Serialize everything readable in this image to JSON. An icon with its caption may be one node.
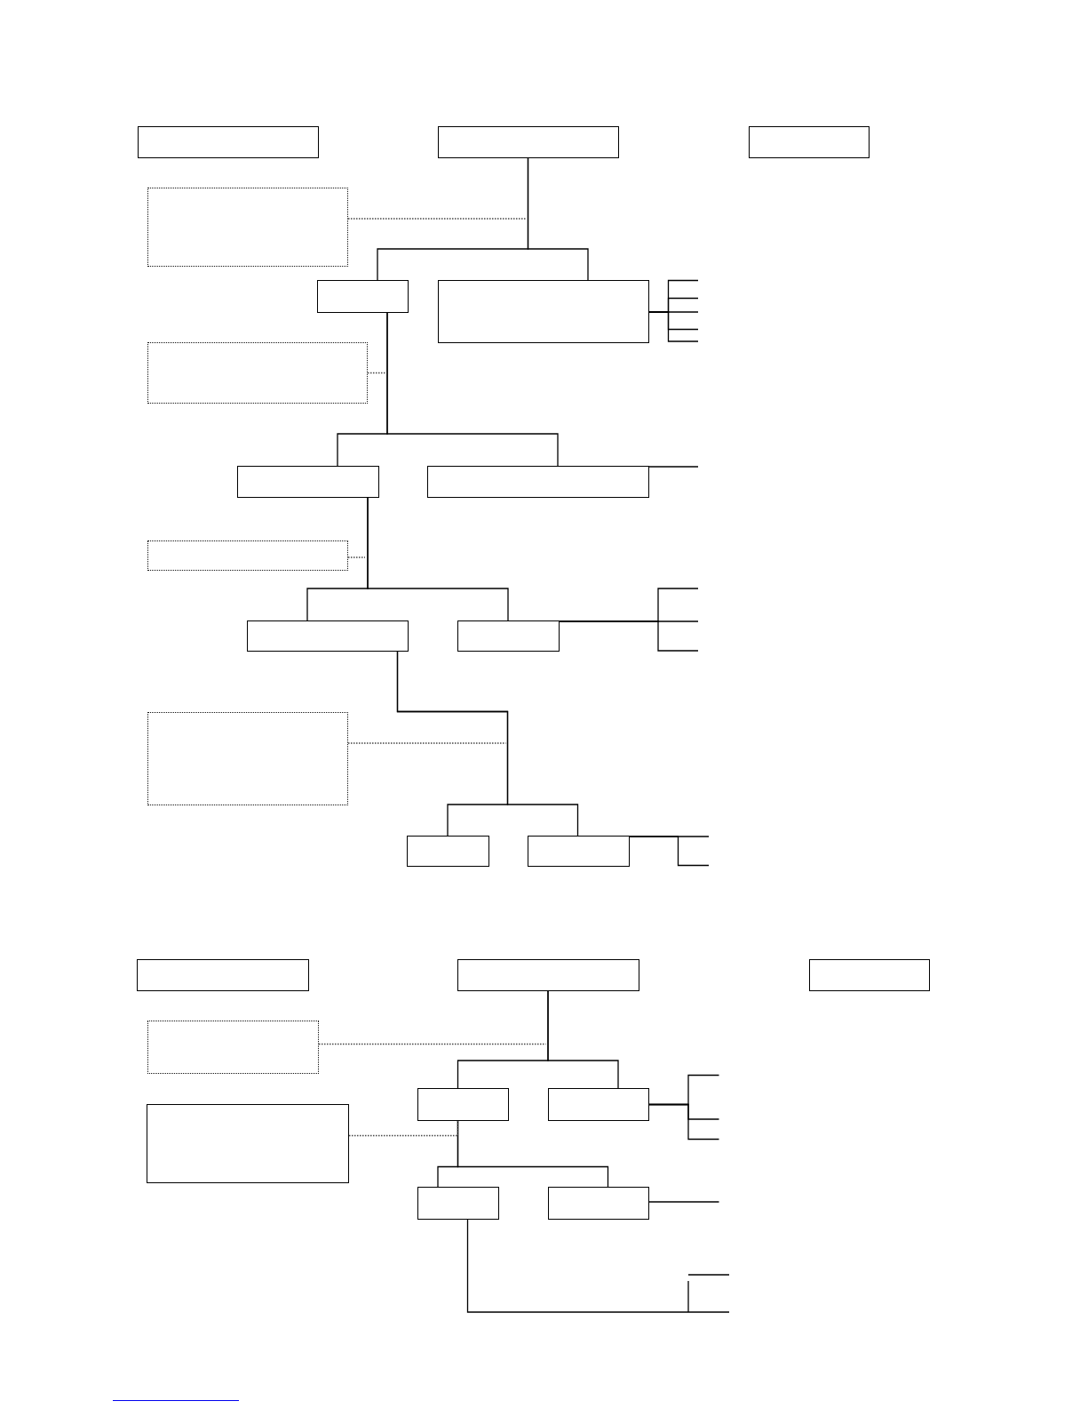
{
  "diagram": {
    "nodes": [
      {
        "text": [],
        "shape": "box"
      },
      {
        "text": [],
        "shape": "box"
      },
      {
        "text": [],
        "shape": "box"
      },
      {
        "text": [],
        "shape": "box"
      },
      {
        "text": [],
        "shape": "box"
      },
      {
        "text": [],
        "shape": "box"
      },
      {
        "text": [],
        "shape": "box"
      },
      {
        "text": [],
        "shape": "box"
      },
      {
        "text": [],
        "shape": "box"
      },
      {
        "text": [],
        "shape": "box"
      },
      {
        "text": [],
        "shape": "box"
      },
      {
        "text": [],
        "shape": "box"
      },
      {
        "text": [],
        "shape": "box"
      },
      {
        "text": [],
        "shape": "box"
      },
      {
        "text": [],
        "shape": "box"
      },
      {
        "text": [],
        "shape": "box"
      },
      {
        "text": [],
        "shape": "box"
      },
      {
        "text": [],
        "shape": "box"
      },
      {
        "text": [],
        "shape": "box"
      },
      {
        "text": [],
        "shape": "box"
      },
      {
        "text": [],
        "shape": "box"
      },
      {
        "text": [],
        "shape": "box"
      },
      {
        "text": [],
        "shape": "box"
      },
      {
        "text": [],
        "shape": "box"
      }
    ],
    "edges": [
      {
        "from": 1,
        "to": 4,
        "arrow": "none"
      },
      {
        "from": 1,
        "to": 5,
        "arrow": "none"
      },
      {
        "from": 3,
        "to": null,
        "arrow": "none",
        "style": "dashed"
      },
      {
        "from": 4,
        "to": 7,
        "arrow": "none"
      },
      {
        "from": 4,
        "to": 8,
        "arrow": "none"
      },
      {
        "from": 6,
        "to": null,
        "arrow": "none",
        "style": "dashed"
      },
      {
        "from": 5,
        "to": null,
        "arrow": "none"
      },
      {
        "from": 5,
        "to": null,
        "arrow": "none"
      },
      {
        "from": 5,
        "to": null,
        "arrow": "none"
      },
      {
        "from": 5,
        "to": null,
        "arrow": "none"
      },
      {
        "from": 5,
        "to": null,
        "arrow": "none"
      },
      {
        "from": 8,
        "to": null,
        "arrow": "none"
      },
      {
        "from": 7,
        "to": 10,
        "arrow": "none"
      },
      {
        "from": 7,
        "to": 11,
        "arrow": "none"
      },
      {
        "from": 9,
        "to": null,
        "arrow": "none",
        "style": "dashed"
      },
      {
        "from": 11,
        "to": null,
        "arrow": "none"
      },
      {
        "from": 11,
        "to": null,
        "arrow": "none"
      },
      {
        "from": 11,
        "to": null,
        "arrow": "none"
      },
      {
        "from": 10,
        "to": 13,
        "arrow": "none"
      },
      {
        "from": 10,
        "to": 14,
        "arrow": "none"
      },
      {
        "from": 12,
        "to": null,
        "arrow": "none",
        "style": "dashed"
      },
      {
        "from": 14,
        "to": null,
        "arrow": "none"
      },
      {
        "from": 14,
        "to": null,
        "arrow": "none"
      },
      {
        "from": 16,
        "to": 20,
        "arrow": "none"
      },
      {
        "from": 16,
        "to": 21,
        "arrow": "none"
      },
      {
        "from": 18,
        "to": null,
        "arrow": "none",
        "style": "dashed"
      },
      {
        "from": 21,
        "to": null,
        "arrow": "none"
      },
      {
        "from": 21,
        "to": null,
        "arrow": "none"
      },
      {
        "from": 21,
        "to": null,
        "arrow": "none"
      },
      {
        "from": 20,
        "to": 22,
        "arrow": "none"
      },
      {
        "from": 20,
        "to": 23,
        "arrow": "none"
      },
      {
        "from": 19,
        "to": 20,
        "arrow": "none",
        "style": "dashed"
      },
      {
        "from": 23,
        "to": null,
        "arrow": "none"
      },
      {
        "from": 22,
        "to": null,
        "arrow": "none"
      }
    ]
  }
}
